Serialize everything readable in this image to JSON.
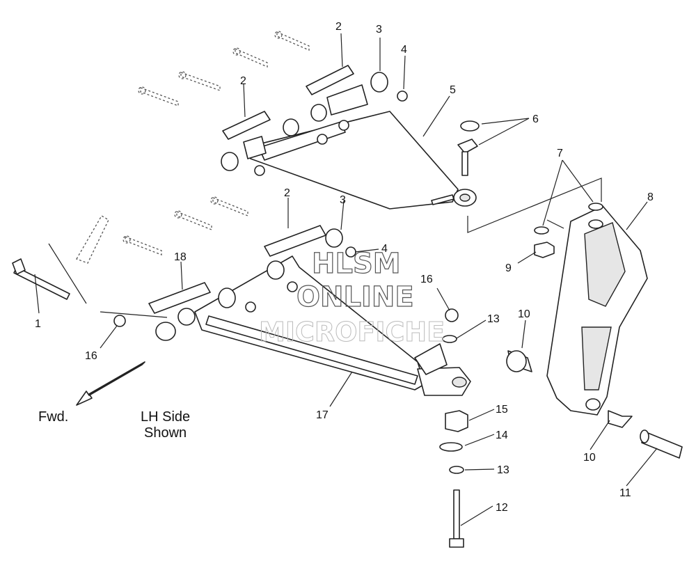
{
  "labels": {
    "n1": "1",
    "n2a": "2",
    "n2b": "2",
    "n2c": "2",
    "n3a": "3",
    "n3b": "3",
    "n4a": "4",
    "n4b": "4",
    "n5": "5",
    "n6": "6",
    "n7": "7",
    "n8": "8",
    "n9": "9",
    "n10a": "10",
    "n10b": "10",
    "n11": "11",
    "n12": "12",
    "n13a": "13",
    "n13b": "13",
    "n14": "14",
    "n15": "15",
    "n16a": "16",
    "n16b": "16",
    "n17": "17",
    "n18": "18"
  },
  "captions": {
    "fwd": "Fwd.",
    "side_line1": "LH Side",
    "side_line2": "Shown"
  },
  "watermark": {
    "line1": "HLSM",
    "line2": "ONLINE",
    "line3": "MICROFICHE"
  }
}
